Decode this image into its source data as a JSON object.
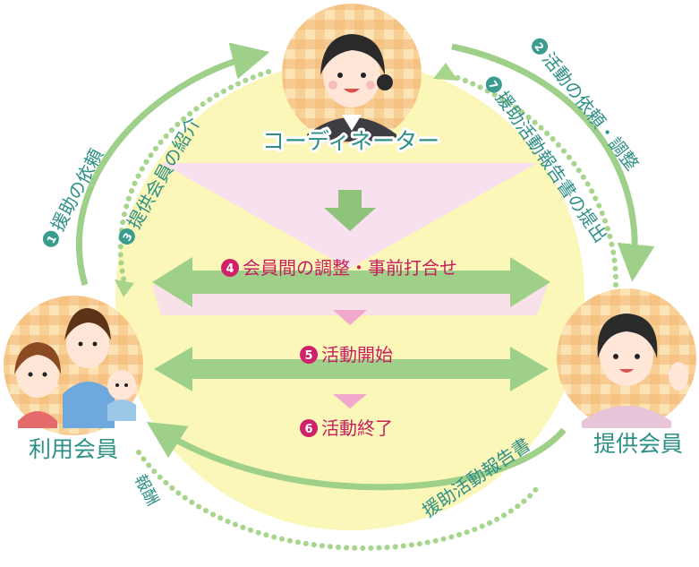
{
  "nodes": {
    "coordinator": "コーディネーター",
    "user_member": "利用会員",
    "provider_member": "提供会員"
  },
  "steps": {
    "s1": {
      "num": "1",
      "text": "援助の依頼"
    },
    "s2": {
      "num": "2",
      "text": "活動の依頼・調整"
    },
    "s3": {
      "num": "3",
      "text": "提供会員の紹介"
    },
    "s4": {
      "num": "4",
      "text": "会員間の調整・事前打合せ"
    },
    "s5": {
      "num": "5",
      "text": "活動開始"
    },
    "s6": {
      "num": "6",
      "text": "活動終了"
    },
    "s7": {
      "num": "7",
      "text": "援助活動報告書の提出"
    }
  },
  "flows": {
    "report": "援助活動報告書",
    "reward": "報酬"
  },
  "colors": {
    "green_arrow": "#9fd08a",
    "green_dots": "#a8d58c",
    "green_badge": "#3a9c8e",
    "magenta_badge": "#d0226a",
    "magenta_text": "#c71d5f",
    "label_teal": "#2e8f86",
    "yellow_bg": "#fbf7b8",
    "pink_bg": "#f8def0",
    "avatar_check": "#f4c07c"
  }
}
